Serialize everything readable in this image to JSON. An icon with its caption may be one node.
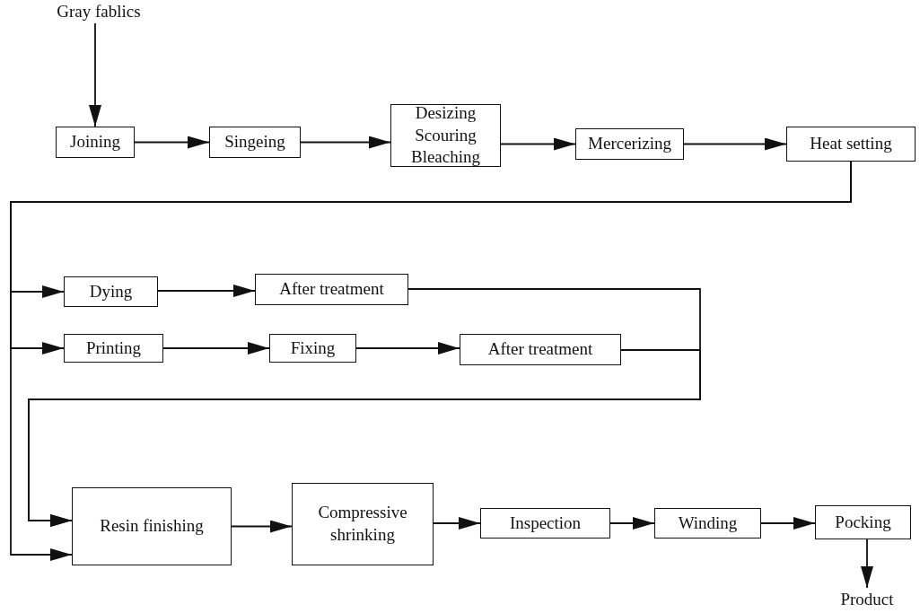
{
  "diagram": {
    "nodes": [
      {
        "text": [
          "Gray fablics"
        ]
      },
      {
        "text": [
          "Joining"
        ]
      },
      {
        "text": [
          "Singeing"
        ]
      },
      {
        "text": [
          "Desizing Scouring Bleaching"
        ]
      },
      {
        "text": [
          "Mercerizing"
        ]
      },
      {
        "text": [
          "Heat setting"
        ]
      },
      {
        "text": [
          "Dying"
        ]
      },
      {
        "text": [
          "After treatment"
        ]
      },
      {
        "text": [
          "Printing"
        ]
      },
      {
        "text": [
          "Fixing"
        ]
      },
      {
        "text": [
          "After treatment"
        ]
      },
      {
        "text": [
          "Resin finishing"
        ]
      },
      {
        "text": [
          "Compressive shrinking"
        ]
      },
      {
        "text": [
          "Inspection"
        ]
      },
      {
        "text": [
          "Winding"
        ]
      },
      {
        "text": [
          "Pocking"
        ]
      },
      {
        "text": [
          "Product"
        ]
      }
    ],
    "edges": [
      {
        "from": 0,
        "to": 1,
        "arrow": "to"
      },
      {
        "from": 1,
        "to": 2,
        "arrow": "to"
      },
      {
        "from": 2,
        "to": 3,
        "arrow": "to"
      },
      {
        "from": 3,
        "to": 4,
        "arrow": "to"
      },
      {
        "from": 4,
        "to": 5,
        "arrow": "to"
      },
      {
        "from": 5,
        "to": 6,
        "arrow": "to"
      },
      {
        "from": 5,
        "to": 8,
        "arrow": "to"
      },
      {
        "from": 5,
        "to": 11,
        "arrow": "to"
      },
      {
        "from": 6,
        "to": 7,
        "arrow": "to"
      },
      {
        "from": 7,
        "to": 11,
        "arrow": "to"
      },
      {
        "from": 8,
        "to": 9,
        "arrow": "to"
      },
      {
        "from": 9,
        "to": 10,
        "arrow": "to"
      },
      {
        "from": 10,
        "to": 11,
        "arrow": "to"
      },
      {
        "from": 11,
        "to": 12,
        "arrow": "to"
      },
      {
        "from": 12,
        "to": 13,
        "arrow": "to"
      },
      {
        "from": 13,
        "to": 14,
        "arrow": "to"
      },
      {
        "from": 14,
        "to": 15,
        "arrow": "to"
      },
      {
        "from": 15,
        "to": 16,
        "arrow": "to"
      }
    ]
  }
}
